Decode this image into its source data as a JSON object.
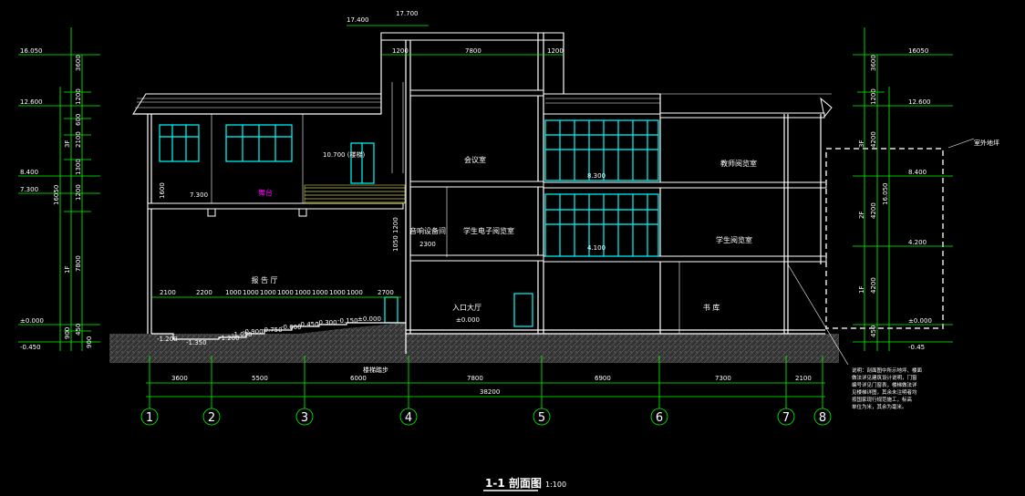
{
  "title": "1-1 剖面图",
  "scale": "1:100",
  "axes": [
    "1",
    "2",
    "3",
    "4",
    "5",
    "6",
    "7",
    "8"
  ],
  "bay_dims": [
    "3600",
    "5500",
    "6000",
    "7800",
    "6900",
    "7300",
    "2100"
  ],
  "total_dim": "38200",
  "top_dims": [
    "1200",
    "7800",
    "1200"
  ],
  "rooms": {
    "meeting": "会议室",
    "student_elec": "学生电子阅览室",
    "audio_room": "音响设备间",
    "teacher_read": "教师阅览室",
    "student_read": "学生阅览室",
    "lobby": "入口大厅",
    "library": "书 库",
    "auditorium": "报 告 厅",
    "stage": "舞台"
  },
  "elevations": {
    "e17400": "17.400",
    "e17700": "17.700",
    "l16050": "16.050",
    "l12600": "12.600",
    "l8400": "8.400",
    "l7300": "7.300",
    "l0000": "±0.000",
    "lm0450": "-0.450",
    "r16050": "16.050",
    "r12600": "12.600",
    "r8400": "8.400",
    "r4200": "4.200",
    "r0000": "±0.000",
    "rm045": "-0.45",
    "e10700": "10.700 (楼梯)",
    "e8300": "8.300",
    "e4100": "4.100",
    "e7300s": "7.300",
    "lobby0": "±0.000",
    "stage0": "±0.000",
    "s1200": "-1.200",
    "s1350": "-1.350",
    "s1200b": "-1.200",
    "s1050": "-1.050",
    "s0900": "-0.900",
    "s0750": "-0.750",
    "s0600": "-0.600",
    "s0450": "-0.450",
    "s0300": "-0.300",
    "s0150": "-0.150"
  },
  "left_dims": {
    "a": "3600",
    "b": "1200",
    "c": "600",
    "d": "2100",
    "e": "1300",
    "f": "1200",
    "g": "7800",
    "h": "900",
    "i": "450",
    "tot": "16050",
    "f3": "3F",
    "f1": "1F",
    "d900": "900"
  },
  "right_dims": {
    "a": "3600",
    "b": "1200",
    "c": "4200",
    "d": "4200",
    "e": "4200",
    "f": "450",
    "tot": "16050",
    "f3": "3F",
    "f2": "2F",
    "f1": "1F"
  },
  "aud_dims": [
    "2100",
    "2200",
    "1000",
    "1000",
    "1000",
    "1000",
    "1000",
    "1000",
    "1000",
    "1000",
    "2700"
  ],
  "misc": {
    "d1600": "1600",
    "d2300": "2300",
    "d1200v": "1200",
    "d1050": "1050",
    "stair_label": "楼梯踏步",
    "road": "室外地坪"
  },
  "note_lines": [
    "说明：剖面图中所示地坪、楼面",
    "做法详见建筑设计说明，门窗",
    "编号详见门窗表，楼梯做法详",
    "见楼梯详图，其余未注明者均",
    "按国家现行规范施工，标高",
    "单位为米，其余为毫米。"
  ]
}
